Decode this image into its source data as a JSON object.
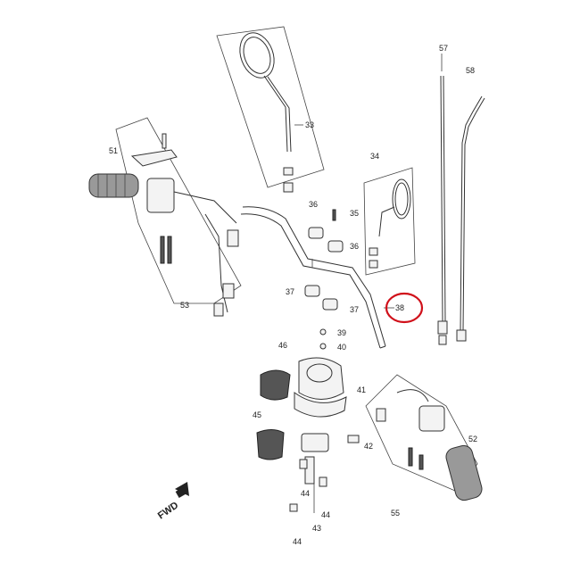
{
  "diagram": {
    "direction_label": "FWD",
    "highlight_color": "#d0101a",
    "highlighted_part": "38",
    "parts": [
      "33",
      "34",
      "35",
      "36",
      "36",
      "37",
      "37",
      "38",
      "39",
      "40",
      "41",
      "42",
      "43",
      "44",
      "44",
      "44",
      "45",
      "46",
      "51",
      "52",
      "53",
      "55",
      "57",
      "58"
    ]
  }
}
